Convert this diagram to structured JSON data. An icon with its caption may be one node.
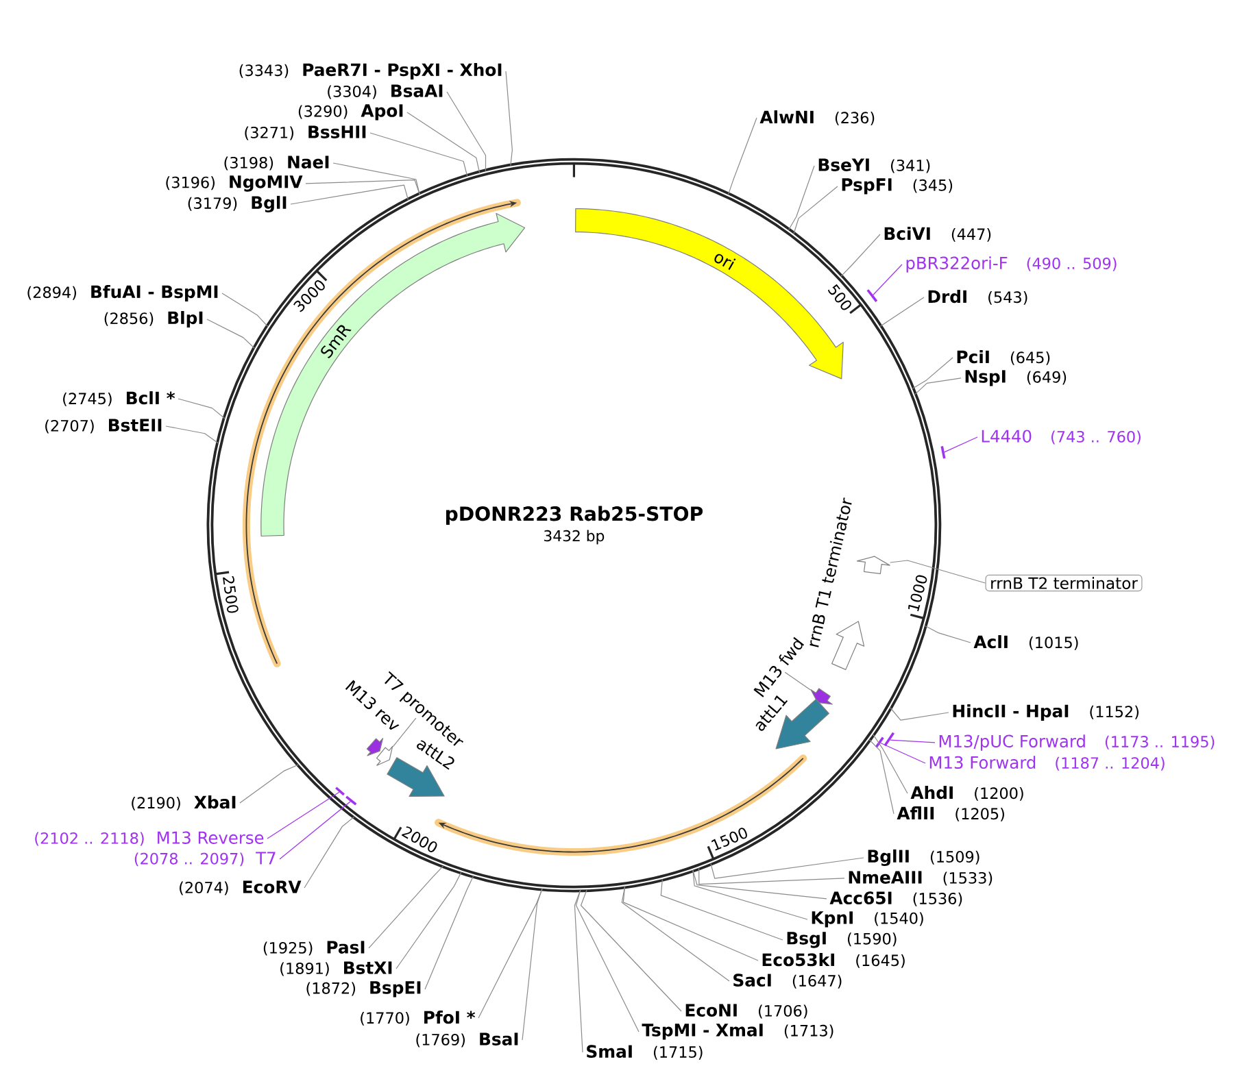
{
  "diagram": {
    "nodes": [
      {
        "text": [
          "pDONR223 Rab25-STOP",
          "3432 bp"
        ]
      },
      {
        "text": [
          "ori"
        ],
        "in": 0
      },
      {
        "text": [
          "SmR"
        ],
        "in": 0
      },
      {
        "text": [],
        "shape": "arrow",
        "in": 0
      },
      {
        "text": [],
        "shape": "arrow",
        "beside": [
          "rrnB T1 terminator"
        ],
        "in": 0
      },
      {
        "text": [
          "M13 fwd"
        ],
        "in": 0
      },
      {
        "text": [],
        "shape": "arrow",
        "in": 0
      },
      {
        "text": [],
        "shape": "arrow",
        "beside": [
          "attL1"
        ],
        "in": 0
      },
      {
        "text": [
          "T7 promoter"
        ],
        "in": 0
      },
      {
        "text": [],
        "shape": "arrow",
        "beside": [
          "M13 rev"
        ],
        "in": 0
      },
      {
        "text": [],
        "shape": "arrow",
        "in": 0
      },
      {
        "text": [],
        "shape": "arrow",
        "beside": [
          "attL2"
        ],
        "in": 0
      },
      {
        "text": [
          "rrnB T2 terminator"
        ]
      },
      {
        "text": [
          "AlwNI",
          "(236)"
        ]
      },
      {
        "text": [
          "BseYI",
          "(341)"
        ]
      },
      {
        "text": [
          "PspFI",
          "(345)"
        ]
      },
      {
        "text": [
          "BciVI",
          "(447)"
        ]
      },
      {
        "text": [
          "pBR322ori-F",
          "(490 .. 509)"
        ]
      },
      {
        "text": [],
        "shape": "bar"
      },
      {
        "text": [
          "DrdI",
          "(543)"
        ]
      },
      {
        "text": [
          "PciI",
          "(645)"
        ]
      },
      {
        "text": [
          "NspI",
          "(649)"
        ]
      },
      {
        "text": [
          "L4440",
          "(743 .. 760)"
        ]
      },
      {
        "text": [],
        "shape": "bar"
      },
      {
        "text": [
          "AclI",
          "(1015)"
        ]
      },
      {
        "text": [
          "HincII - HpaI",
          "(1152)"
        ]
      },
      {
        "text": [
          "M13/pUC Forward",
          "(1173 .. 1195)"
        ]
      },
      {
        "text": [],
        "shape": "bar"
      },
      {
        "text": [
          "M13 Forward",
          "(1187 .. 1204)"
        ]
      },
      {
        "text": [],
        "shape": "bar"
      },
      {
        "text": [
          "AhdI",
          "(1200)"
        ]
      },
      {
        "text": [
          "AflII",
          "(1205)"
        ]
      },
      {
        "text": [
          "BglII",
          "(1509)"
        ]
      },
      {
        "text": [
          "NmeAIII",
          "(1533)"
        ]
      },
      {
        "text": [
          "Acc65I",
          "(1536)"
        ]
      },
      {
        "text": [
          "KpnI",
          "(1540)"
        ]
      },
      {
        "text": [
          "BsgI",
          "(1590)"
        ]
      },
      {
        "text": [
          "Eco53kI",
          "(1645)"
        ]
      },
      {
        "text": [
          "SacI",
          "(1647)"
        ]
      },
      {
        "text": [
          "EcoNI",
          "(1706)"
        ]
      },
      {
        "text": [
          "TspMI - XmaI",
          "(1713)"
        ]
      },
      {
        "text": [
          "SmaI",
          "(1715)"
        ]
      },
      {
        "text": [
          "(1769)",
          "BsaI"
        ]
      },
      {
        "text": [
          "(1770)",
          "PfoI *"
        ]
      },
      {
        "text": [
          "(1872)",
          "BspEI"
        ]
      },
      {
        "text": [
          "(1891)",
          "BstXI"
        ]
      },
      {
        "text": [
          "(1925)",
          "PasI"
        ]
      },
      {
        "text": [
          "(2074)",
          "EcoRV"
        ]
      },
      {
        "text": [
          "(2078 .. 2097)",
          "T7"
        ]
      },
      {
        "text": [],
        "shape": "bar",
        "in": 0
      },
      {
        "text": [
          "(2102 .. 2118)",
          "M13 Reverse"
        ]
      },
      {
        "text": [],
        "shape": "bar",
        "in": 0
      },
      {
        "text": [
          "(2190)",
          "XbaI"
        ]
      },
      {
        "text": [
          "(2707)",
          "BstEII"
        ]
      },
      {
        "text": [
          "(2745)",
          "BclI *"
        ]
      },
      {
        "text": [
          "(2856)",
          "BlpI"
        ]
      },
      {
        "text": [
          "(2894)",
          "BfuAI - BspMI"
        ]
      },
      {
        "text": [
          "(3179)",
          "BglI"
        ]
      },
      {
        "text": [
          "(3196)",
          "NgoMIV"
        ]
      },
      {
        "text": [
          "(3198)",
          "NaeI"
        ]
      },
      {
        "text": [
          "(3271)",
          "BssHII"
        ]
      },
      {
        "text": [
          "(3290)",
          "ApoI"
        ]
      },
      {
        "text": [
          "(3304)",
          "BsaAI"
        ]
      },
      {
        "text": [
          "(3343)",
          "PaeR7I - PspXI - XhoI"
        ]
      }
    ],
    "edges": [
      {
        "from": 12,
        "to": 3,
        "arrow": "none"
      },
      {
        "from": 5,
        "to": 6,
        "arrow": "none"
      },
      {
        "from": 8,
        "to": 10,
        "arrow": "none"
      },
      {
        "from": 13,
        "to": 0,
        "arrow": "none"
      },
      {
        "from": 14,
        "to": 0,
        "arrow": "none"
      },
      {
        "from": 15,
        "to": 0,
        "arrow": "none"
      },
      {
        "from": 16,
        "to": 0,
        "arrow": "none"
      },
      {
        "from": 17,
        "to": 18,
        "arrow": "none",
        "color": "#a033f0"
      },
      {
        "from": 19,
        "to": 0,
        "arrow": "none"
      },
      {
        "from": 20,
        "to": 0,
        "arrow": "none"
      },
      {
        "from": 21,
        "to": 0,
        "arrow": "none"
      },
      {
        "from": 22,
        "to": 23,
        "arrow": "none",
        "color": "#a033f0"
      },
      {
        "from": 24,
        "to": 0,
        "arrow": "none"
      },
      {
        "from": 25,
        "to": 0,
        "arrow": "none"
      },
      {
        "from": 26,
        "to": 27,
        "arrow": "none",
        "color": "#a033f0"
      },
      {
        "from": 28,
        "to": 29,
        "arrow": "none",
        "color": "#a033f0"
      },
      {
        "from": 30,
        "to": 0,
        "arrow": "none"
      },
      {
        "from": 31,
        "to": 0,
        "arrow": "none"
      },
      {
        "from": 32,
        "to": 0,
        "arrow": "none"
      },
      {
        "from": 33,
        "to": 0,
        "arrow": "none"
      },
      {
        "from": 34,
        "to": 0,
        "arrow": "none"
      },
      {
        "from": 35,
        "to": 0,
        "arrow": "none"
      },
      {
        "from": 36,
        "to": 0,
        "arrow": "none"
      },
      {
        "from": 37,
        "to": 0,
        "arrow": "none"
      },
      {
        "from": 38,
        "to": 0,
        "arrow": "none"
      },
      {
        "from": 39,
        "to": 0,
        "arrow": "none"
      },
      {
        "from": 40,
        "to": 0,
        "arrow": "none"
      },
      {
        "from": 41,
        "to": 0,
        "arrow": "none"
      },
      {
        "from": 42,
        "to": 0,
        "arrow": "none"
      },
      {
        "from": 43,
        "to": 0,
        "arrow": "none"
      },
      {
        "from": 44,
        "to": 0,
        "arrow": "none"
      },
      {
        "from": 45,
        "to": 0,
        "arrow": "none"
      },
      {
        "from": 46,
        "to": 0,
        "arrow": "none"
      },
      {
        "from": 47,
        "to": 0,
        "arrow": "none"
      },
      {
        "from": 48,
        "to": 49,
        "arrow": "none",
        "color": "#a033f0"
      },
      {
        "from": 50,
        "to": 51,
        "arrow": "none",
        "color": "#a033f0"
      },
      {
        "from": 52,
        "to": 0,
        "arrow": "none"
      },
      {
        "from": 53,
        "to": 0,
        "arrow": "none"
      },
      {
        "from": 54,
        "to": 0,
        "arrow": "none"
      },
      {
        "from": 55,
        "to": 0,
        "arrow": "none"
      },
      {
        "from": 56,
        "to": 0,
        "arrow": "none"
      },
      {
        "from": 57,
        "to": 0,
        "arrow": "none"
      },
      {
        "from": 58,
        "to": 0,
        "arrow": "none"
      },
      {
        "from": 59,
        "to": 0,
        "arrow": "none"
      },
      {
        "from": 60,
        "to": 0,
        "arrow": "none"
      },
      {
        "from": 61,
        "to": 0,
        "arrow": "none"
      },
      {
        "from": 62,
        "to": 0,
        "arrow": "none"
      },
      {
        "from": 63,
        "to": 0,
        "arrow": "none"
      }
    ],
    "labels": [
      "500",
      "1000",
      "1500",
      "2000",
      "2500",
      "3000"
    ]
  }
}
